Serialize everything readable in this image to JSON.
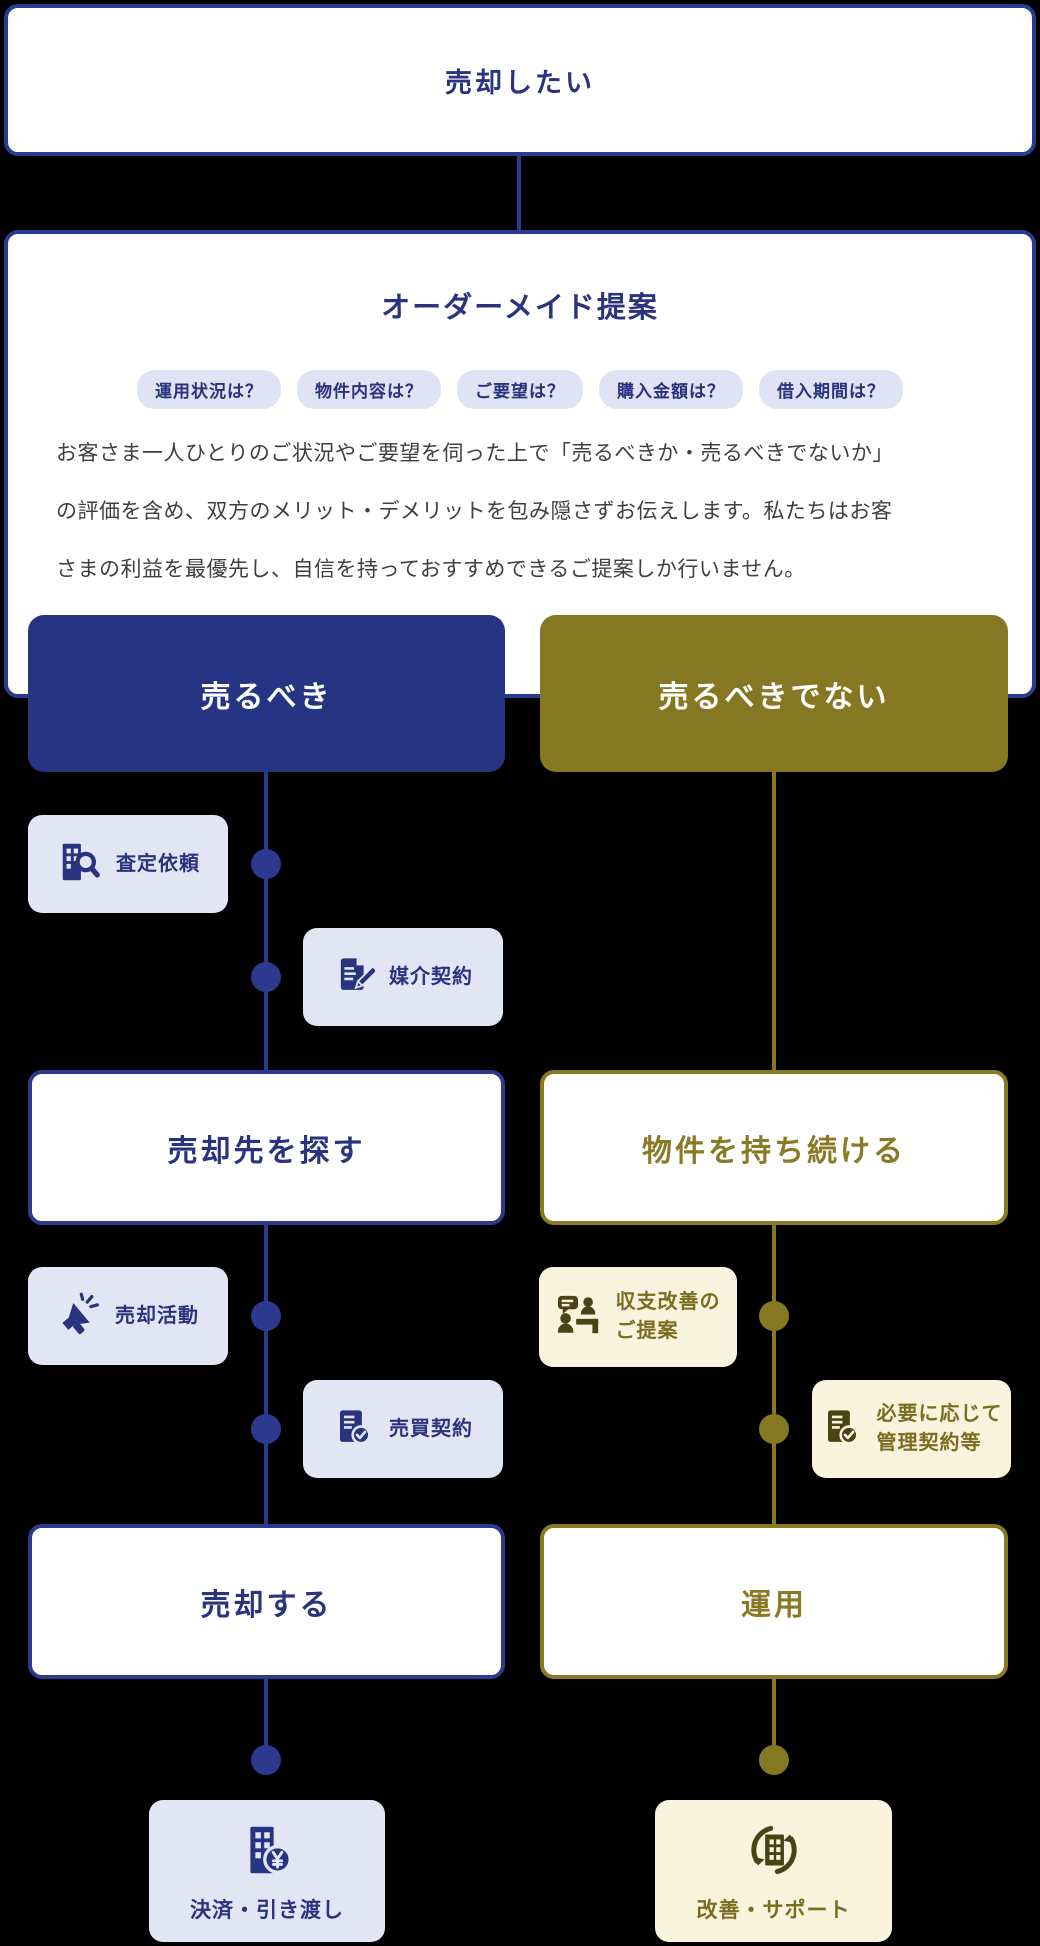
{
  "colors": {
    "navy_solid": "#263583",
    "navy_line": "#2b3a8c",
    "navy_text": "#2a337e",
    "lavender_chip": "#e2e6f4",
    "pill_bg": "#dfe3f3",
    "olive_solid": "#867722",
    "olive_text": "#8a7a26",
    "cream_chip": "#faf4df",
    "olive_icon": "#4c4315",
    "body_text": "#3f3f3f",
    "background": "#000000",
    "box_fill": "#ffffff"
  },
  "start": {
    "label": "売却したい"
  },
  "proposal": {
    "title": "オーダーメイド提案",
    "pills": [
      {
        "label": "運用状況は？"
      },
      {
        "label": "物件内容は？"
      },
      {
        "label": "ご要望は？"
      },
      {
        "label": "購入金額は？"
      },
      {
        "label": "借入期間は？"
      }
    ],
    "description": "お客さま一人ひとりのご状況やご要望を伺った上で「売るべきか・売るべきでないか」\nの評価を含め、双方のメリット・デメリットを包み隠さずお伝えします。私たちはお客\nさまの利益を最優先し、自信を持っておすすめできるご提案しか行いません。"
  },
  "sell_branch": {
    "header": "売るべき",
    "step_assessment": {
      "label": "査定依頼",
      "icon": "building-search-icon"
    },
    "step_brokerage": {
      "label": "媒介契約",
      "icon": "document-pencil-icon"
    },
    "stage_find": {
      "label": "売却先を探す"
    },
    "step_activity": {
      "label": "売却活動",
      "icon": "megaphone-icon"
    },
    "step_contract": {
      "label": "売買契約",
      "icon": "document-check-icon"
    },
    "stage_sell": {
      "label": "売却する"
    },
    "final": {
      "label": "決済・引き渡し",
      "icon": "building-yen-icon"
    }
  },
  "keep_branch": {
    "header": "売るべきでない",
    "stage_keep": {
      "label": "物件を持ち続ける"
    },
    "step_income": {
      "label": "収支改善の\nご提案",
      "icon": "consultation-icon"
    },
    "step_management": {
      "label": "必要に応じて\n管理契約等",
      "icon": "document-check-icon"
    },
    "stage_operate": {
      "label": "運用"
    },
    "final": {
      "label": "改善・サポート",
      "icon": "building-refresh-icon"
    }
  }
}
